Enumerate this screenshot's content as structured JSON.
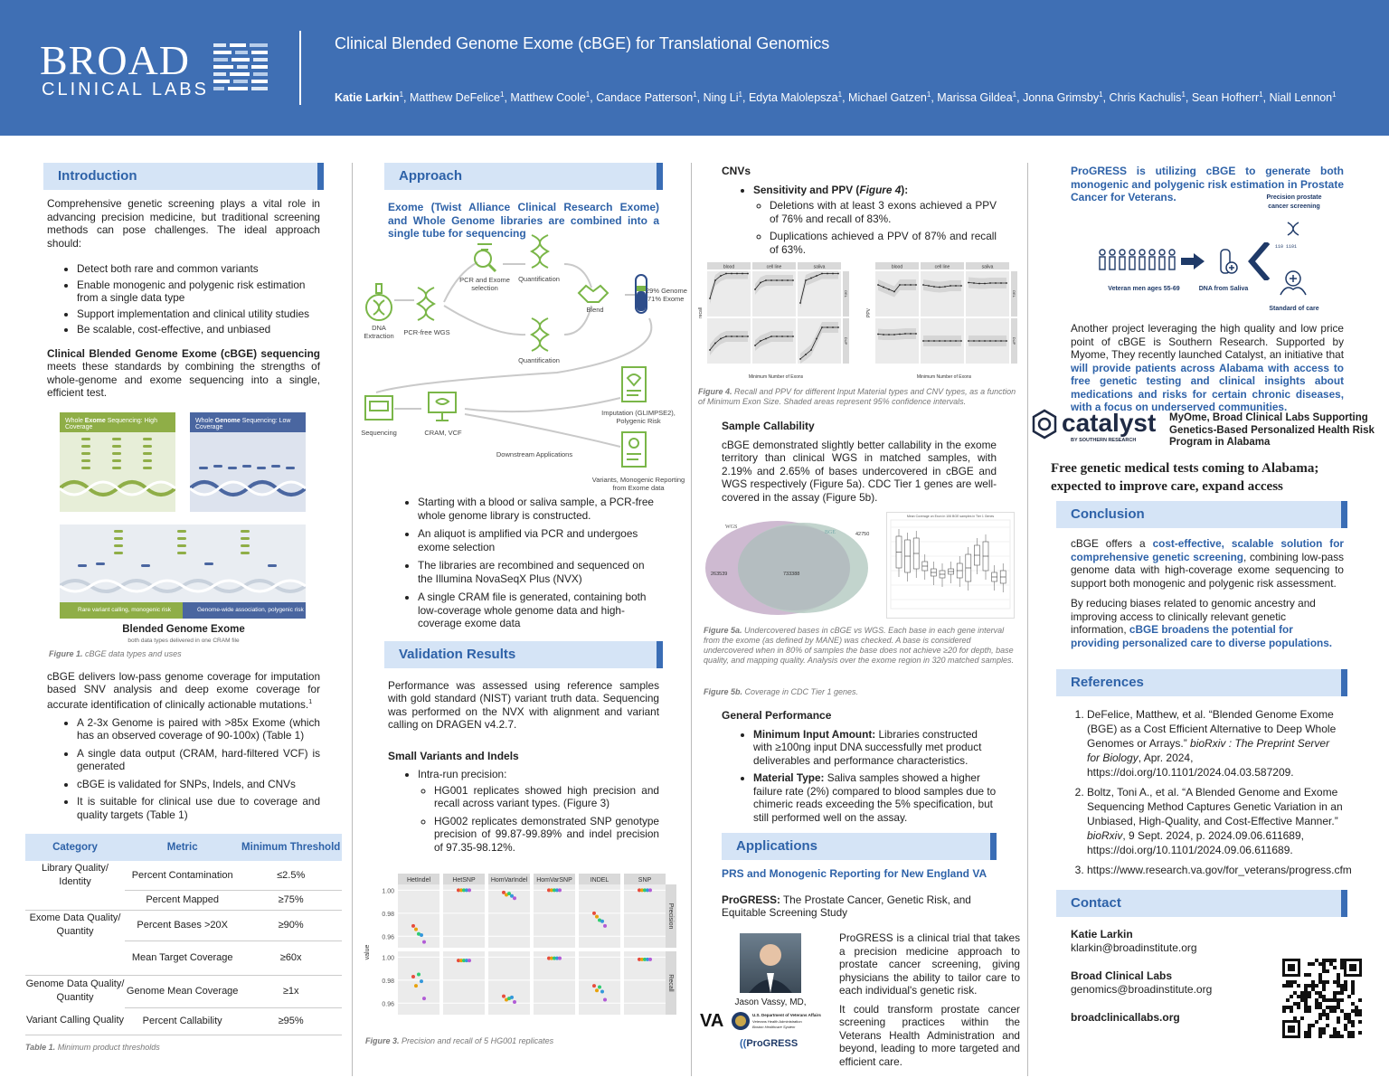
{
  "header": {
    "logo_main": "BROAD",
    "logo_sub": "CLINICAL LABS",
    "title": "Clinical Blended Genome Exome (cBGE) for Translational Genomics",
    "authors": [
      "Katie Larkin",
      "Matthew DeFelice",
      "Matthew Coole",
      "Candace Patterson",
      "Ning Li",
      "Edyta Malolepsza",
      "Michael Gatzen",
      "Marissa Gildea",
      "Jonna Grimsby",
      "Chris Kachulis",
      "Sean Hofherr",
      "Niall Lennon"
    ],
    "affiliation_mark": "1"
  },
  "intro": {
    "heading": "Introduction",
    "p1": "Comprehensive genetic screening plays a vital role in advancing precision medicine, but traditional screening methods can pose challenges. The ideal approach should:",
    "bullets": [
      "Detect both rare and common variants",
      "Enable monogenic and polygenic risk estimation from a single data type",
      "Support implementation and clinical utility studies",
      "Be scalable, cost-effective, and unbiased"
    ],
    "p2_bold": "Clinical Blended Genome Exome (cBGE) sequencing",
    "p2_rest": " meets these standards by combining the strengths of whole-genome and exome sequencing into a single, efficient test.",
    "fig1": {
      "panel_left_pre": "Whole ",
      "panel_left_bold": "Exome",
      "panel_left_post": " Sequencing: High Coverage",
      "panel_right_pre": "Whole ",
      "panel_right_bold": "Genome",
      "panel_right_post": " Sequencing: Low Coverage",
      "bottom_left": "Rare variant calling, monogenic risk",
      "bottom_right": "Genome-wide association, polygenic risk",
      "title": "Blended Genome Exome",
      "subtitle": "both data types delivered in one CRAM file",
      "caption_label": "Figure 1.",
      "caption": " cBGE data types and uses"
    },
    "p3": "cBGE delivers low-pass genome coverage for imputation based SNV analysis and deep exome coverage for accurate identification of clinically actionable mutations.",
    "p3_sup": "1",
    "bullets2": [
      "A 2-3x Genome is paired with >85x Exome (which has an observed coverage of 90-100x) (Table 1)",
      "A single data output (CRAM, hard-filtered VCF) is generated",
      "cBGE is validated for SNPs, Indels, and CNVs",
      "It is suitable for clinical use due to coverage and quality targets (Table 1)"
    ],
    "table": {
      "headers": [
        "Category",
        "Metric",
        "Minimum Threshold"
      ],
      "rows": [
        [
          "Library Quality/ Identity",
          "Percent Contamination",
          "≤2.5%"
        ],
        [
          "",
          "Percent Mapped",
          "≥75%"
        ],
        [
          "Exome Data Quality/ Quantity",
          "Percent Bases >20X",
          "≥90%"
        ],
        [
          "",
          "Mean Target Coverage",
          "≥60x"
        ],
        [
          "Genome Data Quality/ Quantity",
          "Genome Mean Coverage",
          "≥1x"
        ],
        [
          "Variant Calling Quality",
          "Percent Callability",
          "≥95%"
        ]
      ],
      "caption_label": "Table 1.",
      "caption": " Minimum product thresholds"
    }
  },
  "approach": {
    "heading": "Approach",
    "subtitle": "Exome (Twist Alliance Clinical Research Exome) and Whole Genome libraries are combined into a single tube for sequencing",
    "diagram": {
      "dna_extraction": "DNA Extraction",
      "pcr_free": "PCR-free WGS",
      "pcr_exome": "PCR and Exome selection",
      "quant1": "Quantification",
      "quant2": "Quantification",
      "blend": "Blend",
      "tube_label1": "29% Genome",
      "tube_label2": "71% Exome",
      "sequencing": "Sequencing",
      "cram": "CRAM, VCF",
      "downstream": "Downstream Applications",
      "imputation": "Imputation (GLIMPSE2), Polygenic Risk",
      "variants": "Variants, Monogenic Reporting from Exome data"
    },
    "bullets": [
      "Starting with a blood or saliva sample, a PCR-free whole genome library is constructed.",
      "An aliquot is amplified via PCR and undergoes exome selection",
      "The libraries are recombined and sequenced on the Illumina NovaSeqX Plus (NVX)",
      "A single CRAM file is generated, containing both low-coverage whole genome data and high-coverage exome data"
    ]
  },
  "validation": {
    "heading": "Validation Results",
    "p1": "Performance was assessed using reference samples with gold standard (NIST) variant truth data. Sequencing was performed on the NVX with alignment and variant calling on DRAGEN v4.2.7.",
    "small_variants_head": "Small Variants and Indels",
    "bullet": "Intra-run precision:",
    "sub_bullets": [
      "HG001 replicates showed high precision and recall across variant types. (Figure 3)",
      "HG002 replicates demonstrated SNP genotype precision of 99.87-99.89% and indel precision of 97.35-98.12%."
    ],
    "fig3_caption_label": "Figure 3.",
    "fig3_caption": " Precision and recall of 5 HG001 replicates"
  },
  "chart_data": [
    {
      "type": "scatter",
      "facets_columns": [
        "HetIndel",
        "HetSNP",
        "HomVarIndel",
        "HomVarSNP",
        "INDEL",
        "SNP"
      ],
      "facets_rows": [
        "Precision",
        "Recall"
      ],
      "ylabel": "value",
      "y_ticks": [
        "1.00",
        "0.98",
        "0.96"
      ],
      "ylim": [
        0.95,
        1.005
      ],
      "series": [
        {
          "color": "#e74c3c",
          "precision": [
            0.969,
            1.0,
            0.998,
            1.0,
            0.98,
            1.0
          ],
          "recall": [
            0.983,
            0.997,
            0.966,
            0.999,
            0.975,
            0.998
          ]
        },
        {
          "color": "#e8a20c",
          "precision": [
            0.966,
            1.0,
            0.996,
            1.0,
            0.977,
            1.0
          ],
          "recall": [
            0.975,
            0.997,
            0.963,
            0.999,
            0.971,
            0.998
          ]
        },
        {
          "color": "#2ecc71",
          "precision": [
            0.962,
            1.0,
            0.997,
            1.0,
            0.974,
            1.0
          ],
          "recall": [
            0.985,
            0.997,
            0.964,
            0.999,
            0.974,
            0.998
          ]
        },
        {
          "color": "#3498db",
          "precision": [
            0.961,
            1.0,
            0.995,
            1.0,
            0.973,
            1.0
          ],
          "recall": [
            0.979,
            0.997,
            0.965,
            0.999,
            0.97,
            0.998
          ]
        },
        {
          "color": "#b15bd6",
          "precision": [
            0.955,
            1.0,
            0.993,
            1.0,
            0.969,
            1.0
          ],
          "recall": [
            0.964,
            0.997,
            0.961,
            0.999,
            0.963,
            0.998
          ]
        }
      ]
    }
  ],
  "cnv": {
    "heading": "CNVs",
    "bullet_bold": "Sensitivity and PPV",
    "bullet_fig": "Figure 4",
    "sub_bullets": [
      "Deletions with at least 3 exons achieved a PPV of 76% and recall of 83%.",
      "Duplications achieved a PPV of 87% and recall of 63%."
    ],
    "fig4_facets": [
      "blood",
      "cell line",
      "saliva"
    ],
    "fig4_xlabel": "Minimum Number of Exons",
    "fig4_left_ylabel": "recall",
    "fig4_right_ylabel": "PPV",
    "fig4_strip_right": [
      "DEL",
      "DUP"
    ],
    "fig4_caption_label": "Figure 4.",
    "fig4_caption": " Recall and PPV for different Input Material types and CNV types, as a function of Minimum Exon Size.  Shaded areas represent 95% confidence intervals."
  },
  "callability": {
    "heading": "Sample Callability",
    "p": "cBGE demonstrated slightly better callability in the exome territory than clinical WGS in matched samples, with 2.19% and 2.65% of bases undercovered in cBGE and WGS respectively (Figure 5a). CDC Tier 1 genes are well-covered in the assay (Figure 5b).",
    "venn_left": "WGS",
    "venn_right": "BGE",
    "venn_left_count": "263539",
    "venn_center_count": "733388",
    "venn_right_count": "42750",
    "box_title": "Mean Coverage on Exon in 106 BGE samples in Tier 1 Genes",
    "fig5a_label": "Figure 5a.",
    "fig5a": " Undercovered bases in cBGE vs WGS. Each base in each gene interval from the exome (as defined by MANE) was checked. A base is considered undercovered when in 80% of samples the base does not achieve ≥20 for depth, base quality, and mapping quality. Analysis over the exome region in 320 matched samples.",
    "fig5b_label": "Figure 5b.",
    "fig5b": " Coverage in CDC Tier 1 genes."
  },
  "general": {
    "heading": "General Performance",
    "items": [
      {
        "bold": "Minimum Input Amount:",
        "text": " Libraries constructed with ≥100ng input DNA successfully met product deliverables and performance characteristics."
      },
      {
        "bold": "Material Type:",
        "text": " Saliva samples showed a higher failure rate (2%) compared to blood samples due to chimeric reads exceeding the 5% specification, but still performed well on the assay."
      }
    ]
  },
  "applications": {
    "heading": "Applications",
    "subtitle": "PRS and Monogenic Reporting for New England VA",
    "progress_bold": "ProGRESS:",
    "progress_title": " The Prostate Cancer, Genetic Risk, and Equitable Screening Study",
    "p1": "ProGRESS is a clinical trial that takes a precision medicine approach to prostate cancer screening, giving physicians the ability to tailor care to each individual's genetic risk.",
    "p2": "It could transform prostate cancer screening practices within the Veterans Health Administration and beyond, leading to more targeted and efficient care.",
    "person": "Jason Vassy, MD,",
    "va": "VA",
    "va_dept": "U.S. Department of Veterans Affairs",
    "va_sub": "Veterans Health Administration",
    "va_sub2": "Boston Healthcare System",
    "progress_logo": "ProGRESS"
  },
  "col4": {
    "highlight": "ProGRESS is utilizing cBGE to generate both monogenic and polygenic risk estimation in Prostate Cancer for Veterans.",
    "diagram": {
      "veterans": "Veteran men ages 55-69",
      "dna": "DNA from Saliva",
      "precision": "Precision prostate cancer screening",
      "standard": "Standard of care"
    },
    "p_pre": "Another project leveraging the high quality and low price point of cBGE is Southern Research. Supported by Myome, They recently launched Catalyst, an initiative that ",
    "p_bold": "will provide patients across Alabama with access to free genetic testing and clinical insights about medications and risks for certain chronic diseases, with a focus on underserved communities.",
    "catalyst": "catalyst",
    "catalyst_sub": "BY SOUTHERN RESEARCH",
    "catalyst_title": "MyOme, Broad Clinical Labs Supporting Genetics-Based Personalized Health Risk Program in Alabama",
    "headline": "Free genetic medical tests coming to Alabama; expected to improve care, expand access"
  },
  "conclusion": {
    "heading": "Conclusion",
    "p1_pre": "cBGE offers a ",
    "p1_bold": "cost-effective, scalable solution for comprehensive genetic screening",
    "p1_post": ", combining low-pass genome data with high-coverage exome sequencing to support both monogenic and polygenic risk assessment.",
    "p2_pre": "By reducing biases related to genomic ancestry and improving access to clinically relevant genetic information, ",
    "p2_bold": "cBGE broadens the potential for providing personalized care to diverse populations."
  },
  "references": {
    "heading": "References",
    "items": [
      {
        "pre": "DeFelice, Matthew, et al. “Blended Genome Exome (BGE) as a Cost Efficient Alternative to Deep Whole Genomes or Arrays.” ",
        "it": "bioRxiv : The Preprint Server for Biology",
        "post": ", Apr. 2024, https://doi.org/10.1101/2024.04.03.587209."
      },
      {
        "pre": "Boltz, Toni A., et al. “A Blended Genome and Exome Sequencing Method Captures Genetic Variation in an Unbiased, High-Quality, and Cost-Effective Manner.” ",
        "it": "bioRxiv",
        "post": ", 9 Sept. 2024, p. 2024.09.06.611689, https://doi.org/10.1101/2024.09.06.611689."
      },
      {
        "pre": "https://www.research.va.gov/for_veterans/progress.cfm",
        "it": "",
        "post": ""
      }
    ]
  },
  "contact": {
    "heading": "Contact",
    "name": "Katie Larkin",
    "email": "klarkin@broadinstitute.org",
    "org": "Broad Clinical Labs",
    "org_email": "genomics@broadinstitute.org",
    "site": "broadclinicallabs.org"
  }
}
